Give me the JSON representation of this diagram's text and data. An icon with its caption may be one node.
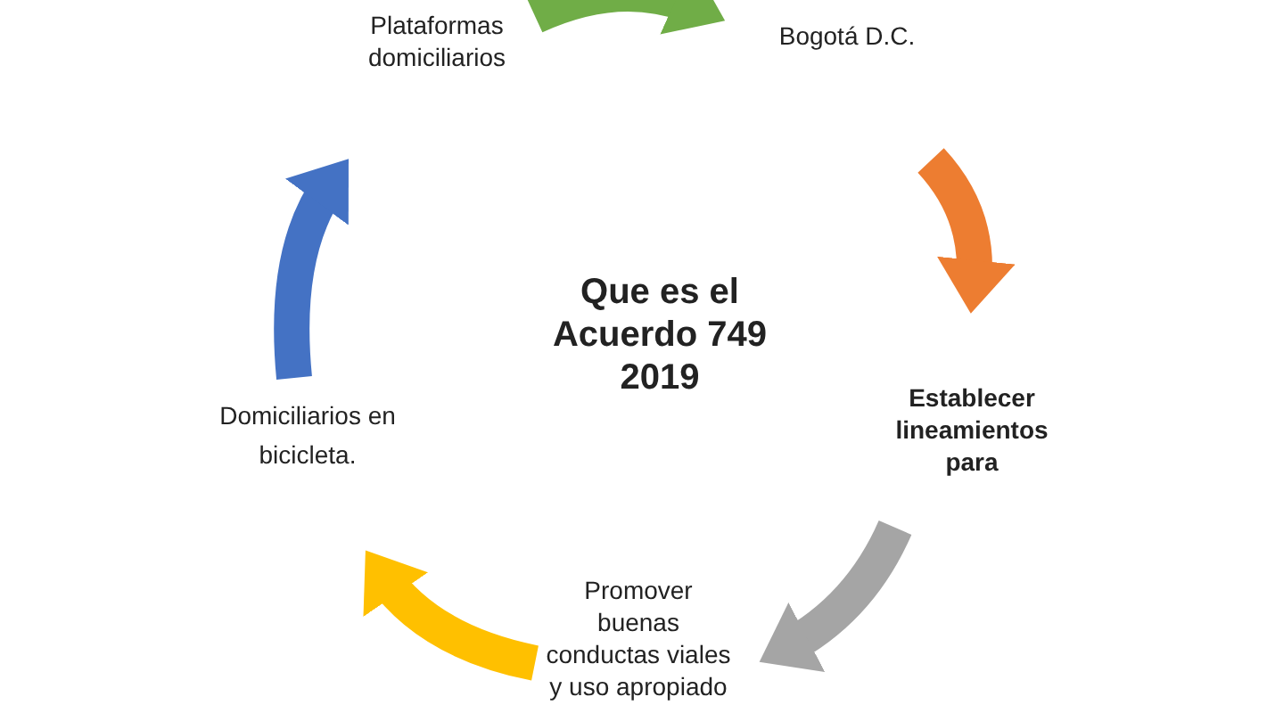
{
  "diagram": {
    "nodes": [
      {
        "text": [
          "Que es el Acuerdo 749 2019"
        ]
      },
      {
        "text": [
          "Bogotá D.C."
        ]
      },
      {
        "text": [
          "Establecer lineamientos para"
        ]
      },
      {
        "text": [
          "Promover buenas conductas viales y uso apropiado"
        ]
      },
      {
        "text": [
          "Domiciliarios en bicicleta."
        ]
      },
      {
        "text": [
          "Plataformas domiciliarios"
        ]
      }
    ],
    "edges": [
      {
        "from": 5,
        "to": 1,
        "arrow": "to",
        "color": "#70ad47"
      },
      {
        "from": 1,
        "to": 2,
        "arrow": "to",
        "color": "#ed7d31"
      },
      {
        "from": 2,
        "to": 3,
        "arrow": "to",
        "color": "#a5a5a5"
      },
      {
        "from": 3,
        "to": 4,
        "arrow": "to",
        "color": "#ffc000"
      },
      {
        "from": 4,
        "to": 5,
        "arrow": "to",
        "color": "#4472c4"
      }
    ]
  }
}
